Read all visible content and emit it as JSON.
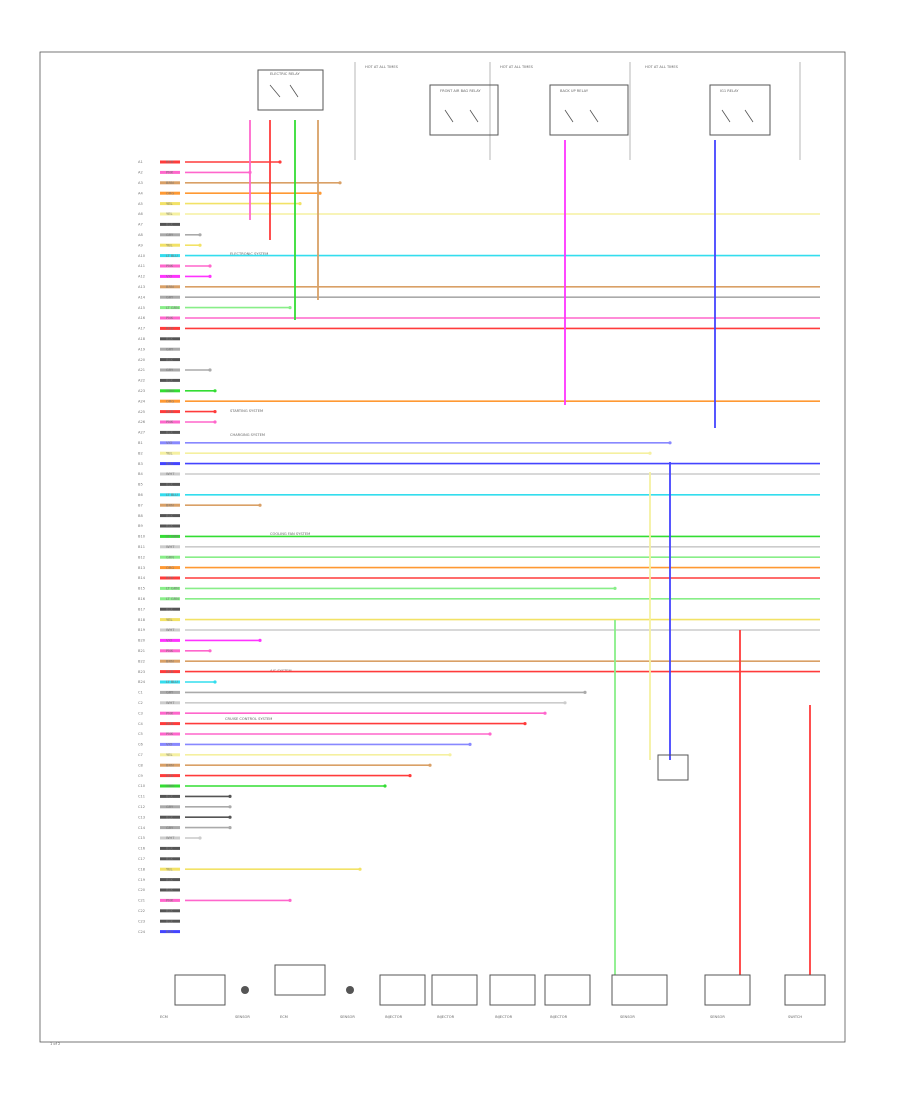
{
  "diagram": {
    "page_number": "1 of 2",
    "colors": {
      "red": "#ff3b3b",
      "pink": "#ff66cc",
      "magenta": "#ff33ff",
      "orange": "#ff9933",
      "tan": "#d9a066",
      "yellow": "#f2e266",
      "lightyellow": "#f5f0a0",
      "cyan": "#33ddee",
      "green": "#33dd33",
      "lightgreen": "#88ee88",
      "blue": "#4444ff",
      "violet": "#8888ff",
      "gray": "#aaaaaa",
      "lightgray": "#cccccc",
      "black": "#555555"
    },
    "top_components": [
      {
        "name": "ELECTRIC RELAY",
        "icon": "relay-icon"
      },
      {
        "name": "FRONT AIR BAG RELAY",
        "icon": "relay-icon"
      },
      {
        "name": "BACK UP RELAY",
        "icon": "relay-icon"
      },
      {
        "name": "IG1 RELAY",
        "icon": "relay-icon"
      }
    ],
    "bus_labels": [
      "HOT AT ALL TIMES",
      "HOT AT ALL TIMES",
      "HOT AT ALL TIMES"
    ],
    "bottom_components": [
      {
        "name": "ECM"
      },
      {
        "name": "SENSOR"
      },
      {
        "name": "ECM"
      },
      {
        "name": "SENSOR"
      },
      {
        "name": "INJECTOR"
      },
      {
        "name": "INJECTOR"
      },
      {
        "name": "INJECTOR"
      },
      {
        "name": "INJECTOR"
      },
      {
        "name": "SENSOR"
      },
      {
        "name": "SENSOR"
      },
      {
        "name": "SWITCH"
      }
    ],
    "side_notes": [
      "ELECTRONIC SYSTEM",
      "STARTING SYSTEM",
      "CHARGING SYSTEM",
      "COOLING FAN SYSTEM",
      "A/C SYSTEM",
      "CRUISE CONTROL SYSTEM"
    ],
    "rows": [
      {
        "c": "red",
        "pin": "A1",
        "w": "RED",
        "end": 280
      },
      {
        "c": "pink",
        "pin": "A2",
        "w": "PNK",
        "end": 250
      },
      {
        "c": "tan",
        "pin": "A3",
        "w": "BRN",
        "end": 340
      },
      {
        "c": "orange",
        "pin": "A4",
        "w": "ORG",
        "end": 320
      },
      {
        "c": "yellow",
        "pin": "A5",
        "w": "YEL",
        "end": 300
      },
      {
        "c": "lightyellow",
        "pin": "A6",
        "w": "YEL",
        "end": 820
      },
      {
        "c": "black",
        "pin": "A7",
        "w": "BLK",
        "end": 0
      },
      {
        "c": "gray",
        "pin": "A8",
        "w": "GRY",
        "end": 200
      },
      {
        "c": "yellow",
        "pin": "A9",
        "w": "YEL",
        "end": 200
      },
      {
        "c": "cyan",
        "pin": "A10",
        "w": "LT BLU",
        "end": 820
      },
      {
        "c": "pink",
        "pin": "A11",
        "w": "PNK",
        "end": 210
      },
      {
        "c": "magenta",
        "pin": "A12",
        "w": "VIO",
        "end": 210
      },
      {
        "c": "tan",
        "pin": "A13",
        "w": "BRN",
        "end": 820
      },
      {
        "c": "gray",
        "pin": "A14",
        "w": "GRY",
        "end": 820
      },
      {
        "c": "lightgreen",
        "pin": "A15",
        "w": "LT GRN",
        "end": 290
      },
      {
        "c": "pink",
        "pin": "A16",
        "w": "PNK",
        "end": 820
      },
      {
        "c": "red",
        "pin": "A17",
        "w": "RED",
        "end": 820
      },
      {
        "c": "black",
        "pin": "A18",
        "w": "BLK",
        "end": 0
      },
      {
        "c": "gray",
        "pin": "A19",
        "w": "GRY",
        "end": 0
      },
      {
        "c": "black",
        "pin": "A20",
        "w": "BLK",
        "end": 0
      },
      {
        "c": "gray",
        "pin": "A21",
        "w": "GRY",
        "end": 210
      },
      {
        "c": "black",
        "pin": "A22",
        "w": "BLK",
        "end": 0
      },
      {
        "c": "green",
        "pin": "A23",
        "w": "GRN",
        "end": 215
      },
      {
        "c": "orange",
        "pin": "A24",
        "w": "ORG",
        "end": 820
      },
      {
        "c": "red",
        "pin": "A25",
        "w": "RED",
        "end": 215
      },
      {
        "c": "pink",
        "pin": "A26",
        "w": "PNK",
        "end": 215
      },
      {
        "c": "black",
        "pin": "A27",
        "w": "BLK",
        "end": 0
      },
      {
        "c": "violet",
        "pin": "B1",
        "w": "VIO",
        "end": 670
      },
      {
        "c": "lightyellow",
        "pin": "B2",
        "w": "YEL",
        "end": 650
      },
      {
        "c": "blue",
        "pin": "B3",
        "w": "BLU",
        "end": 820
      },
      {
        "c": "lightgray",
        "pin": "B4",
        "w": "WHT",
        "end": 820
      },
      {
        "c": "black",
        "pin": "B5",
        "w": "BLK",
        "end": 0
      },
      {
        "c": "cyan",
        "pin": "B6",
        "w": "LT BLU",
        "end": 820
      },
      {
        "c": "tan",
        "pin": "B7",
        "w": "BRN",
        "end": 260
      },
      {
        "c": "black",
        "pin": "B8",
        "w": "BLK",
        "end": 0
      },
      {
        "c": "black",
        "pin": "B9",
        "w": "BLK",
        "end": 0
      },
      {
        "c": "green",
        "pin": "B10",
        "w": "LT GRN",
        "end": 820
      },
      {
        "c": "lightgray",
        "pin": "B11",
        "w": "WHT",
        "end": 820
      },
      {
        "c": "lightgreen",
        "pin": "B12",
        "w": "GRN",
        "end": 820
      },
      {
        "c": "orange",
        "pin": "B13",
        "w": "ORG",
        "end": 820
      },
      {
        "c": "red",
        "pin": "B14",
        "w": "RED",
        "end": 820
      },
      {
        "c": "lightgreen",
        "pin": "B15",
        "w": "LT GRN",
        "end": 615
      },
      {
        "c": "lightgreen",
        "pin": "B16",
        "w": "LT GRN",
        "end": 820
      },
      {
        "c": "black",
        "pin": "B17",
        "w": "BLK",
        "end": 0
      },
      {
        "c": "yellow",
        "pin": "B18",
        "w": "YEL",
        "end": 820
      },
      {
        "c": "lightgray",
        "pin": "B19",
        "w": "WHT",
        "end": 820
      },
      {
        "c": "magenta",
        "pin": "B20",
        "w": "VIO",
        "end": 260
      },
      {
        "c": "pink",
        "pin": "B21",
        "w": "PNK",
        "end": 210
      },
      {
        "c": "tan",
        "pin": "B22",
        "w": "BRN",
        "end": 820
      },
      {
        "c": "red",
        "pin": "B23",
        "w": "RED",
        "end": 820
      },
      {
        "c": "cyan",
        "pin": "B24",
        "w": "LT BLU",
        "end": 215
      },
      {
        "c": "gray",
        "pin": "C1",
        "w": "GRY",
        "end": 585
      },
      {
        "c": "lightgray",
        "pin": "C2",
        "w": "WHT",
        "end": 565
      },
      {
        "c": "pink",
        "pin": "C3",
        "w": "PNK",
        "end": 545
      },
      {
        "c": "red",
        "pin": "C4",
        "w": "RED",
        "end": 525
      },
      {
        "c": "pink",
        "pin": "C5",
        "w": "PNK",
        "end": 490
      },
      {
        "c": "violet",
        "pin": "C6",
        "w": "VIO",
        "end": 470
      },
      {
        "c": "lightyellow",
        "pin": "C7",
        "w": "YEL",
        "end": 450
      },
      {
        "c": "tan",
        "pin": "C8",
        "w": "BRN",
        "end": 430
      },
      {
        "c": "red",
        "pin": "C9",
        "w": "RED",
        "end": 410
      },
      {
        "c": "green",
        "pin": "C10",
        "w": "GRN",
        "end": 385
      },
      {
        "c": "black",
        "pin": "C11",
        "w": "BLK",
        "end": 230
      },
      {
        "c": "gray",
        "pin": "C12",
        "w": "GRY",
        "end": 230
      },
      {
        "c": "black",
        "pin": "C13",
        "w": "BLK",
        "end": 230
      },
      {
        "c": "gray",
        "pin": "C14",
        "w": "GRY",
        "end": 230
      },
      {
        "c": "lightgray",
        "pin": "C15",
        "w": "WHT",
        "end": 200
      },
      {
        "c": "black",
        "pin": "C16",
        "w": "BLK",
        "end": 0
      },
      {
        "c": "black",
        "pin": "C17",
        "w": "BLK",
        "end": 0
      },
      {
        "c": "yellow",
        "pin": "C18",
        "w": "YEL",
        "end": 360
      },
      {
        "c": "black",
        "pin": "C19",
        "w": "BLK",
        "end": 0
      },
      {
        "c": "black",
        "pin": "C20",
        "w": "BLK",
        "end": 0
      },
      {
        "c": "pink",
        "pin": "C21",
        "w": "PNK",
        "end": 290
      },
      {
        "c": "black",
        "pin": "C22",
        "w": "BLK",
        "end": 0
      },
      {
        "c": "black",
        "pin": "C23",
        "w": "BLK",
        "end": 0
      },
      {
        "c": "blue",
        "pin": "C24",
        "w": "BLU",
        "end": 185
      }
    ]
  }
}
